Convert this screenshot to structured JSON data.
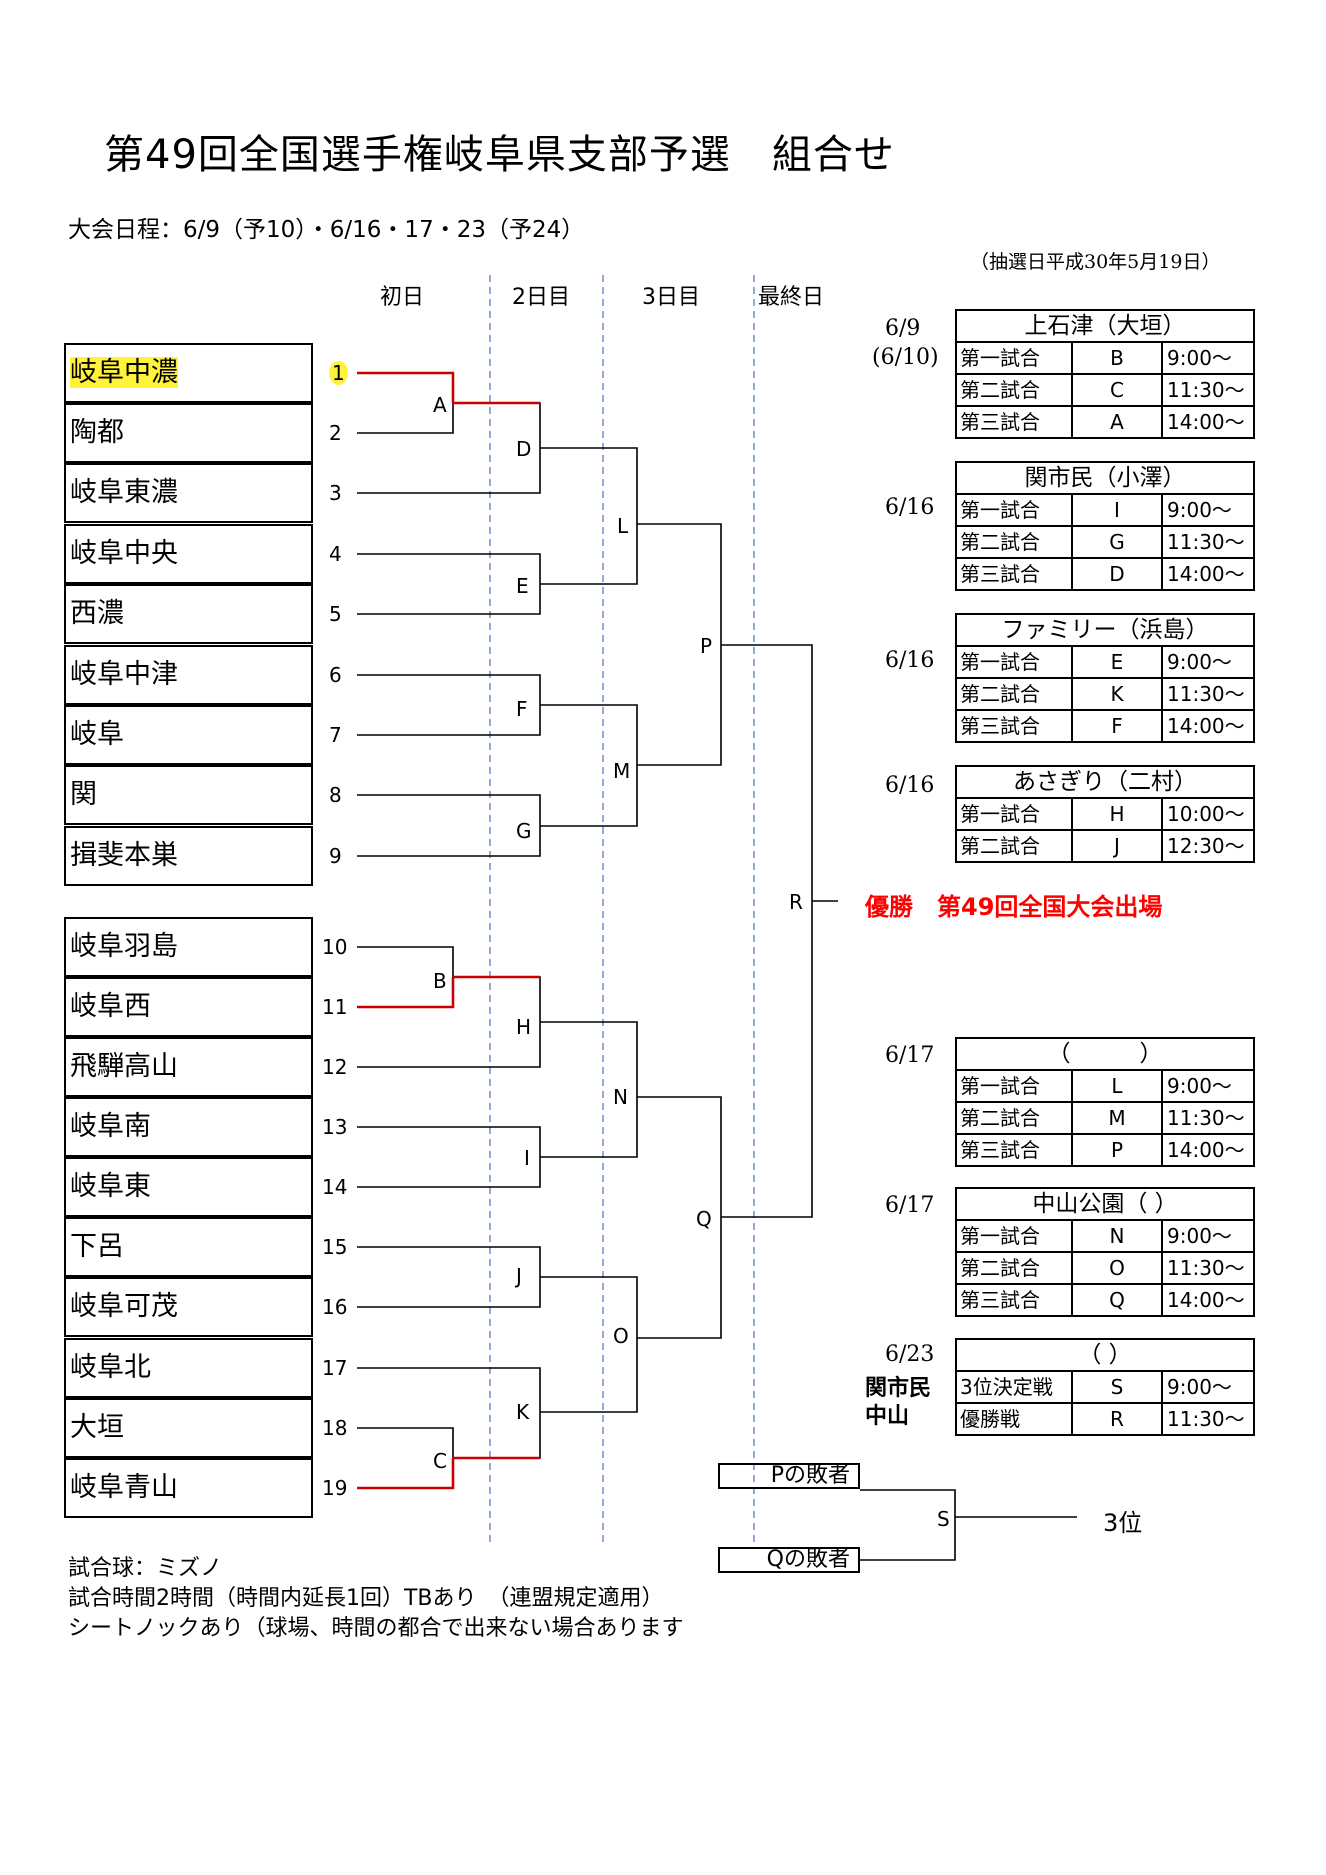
{
  "title": "第49回全国選手権岐阜県支部予選　組合せ",
  "schedule": "大会日程：6/9（予10）・6/16・17・23（予24）",
  "lottery": "（抽選日平成30年5月19日）",
  "days": [
    "初日",
    "2日目",
    "3日目",
    "最終日"
  ],
  "teams": [
    {
      "seed": "1",
      "name": "岐阜中濃"
    },
    {
      "seed": "2",
      "name": "陶都"
    },
    {
      "seed": "3",
      "name": "岐阜東濃"
    },
    {
      "seed": "4",
      "name": "岐阜中央"
    },
    {
      "seed": "5",
      "name": "西濃"
    },
    {
      "seed": "6",
      "name": "岐阜中津"
    },
    {
      "seed": "7",
      "name": "岐阜"
    },
    {
      "seed": "8",
      "name": "関"
    },
    {
      "seed": "9",
      "name": "揖斐本巣"
    },
    {
      "seed": "10",
      "name": "岐阜羽島"
    },
    {
      "seed": "11",
      "name": "岐阜西"
    },
    {
      "seed": "12",
      "name": "飛騨高山"
    },
    {
      "seed": "13",
      "name": "岐阜南"
    },
    {
      "seed": "14",
      "name": "岐阜東"
    },
    {
      "seed": "15",
      "name": "下呂"
    },
    {
      "seed": "16",
      "name": "岐阜可茂"
    },
    {
      "seed": "17",
      "name": "岐阜北"
    },
    {
      "seed": "18",
      "name": "大垣"
    },
    {
      "seed": "19",
      "name": "岐阜青山"
    }
  ],
  "highlight_color": "#fff23a",
  "win_line_color": "#cc0000",
  "match_letters": [
    "A",
    "B",
    "C",
    "D",
    "E",
    "F",
    "G",
    "H",
    "I",
    "J",
    "K",
    "L",
    "M",
    "N",
    "O",
    "P",
    "Q",
    "R",
    "S"
  ],
  "champion": "優勝　第49回全国大会出場",
  "losers": [
    "Pの敗者",
    "Qの敗者"
  ],
  "third": "3位",
  "venues": [
    {
      "date": "6/9",
      "date2": "(6/10)",
      "name": "上石津（大垣）",
      "rows": [
        [
          "第一試合",
          "B",
          "9:00～"
        ],
        [
          "第二試合",
          "C",
          "11:30～"
        ],
        [
          "第三試合",
          "A",
          "14:00～"
        ]
      ]
    },
    {
      "date": "6/16",
      "date2": "",
      "name": "関市民（小澤）",
      "rows": [
        [
          "第一試合",
          "I",
          "9:00～"
        ],
        [
          "第二試合",
          "G",
          "11:30～"
        ],
        [
          "第三試合",
          "D",
          "14:00～"
        ]
      ]
    },
    {
      "date": "6/16",
      "date2": "",
      "name": "ファミリー（浜島）",
      "rows": [
        [
          "第一試合",
          "E",
          "9:00～"
        ],
        [
          "第二試合",
          "K",
          "11:30～"
        ],
        [
          "第三試合",
          "F",
          "14:00～"
        ]
      ]
    },
    {
      "date": "6/16",
      "date2": "",
      "name": "あさぎり（二村）",
      "rows": [
        [
          "第一試合",
          "H",
          "10:00～"
        ],
        [
          "第二試合",
          "J",
          "12:30～"
        ]
      ]
    },
    {
      "date": "6/17",
      "date2": "",
      "name": "（　　　）",
      "rows": [
        [
          "第一試合",
          "L",
          "9:00～"
        ],
        [
          "第二試合",
          "M",
          "11:30～"
        ],
        [
          "第三試合",
          "P",
          "14:00～"
        ]
      ]
    },
    {
      "date": "6/17",
      "date2": "",
      "name": "中山公園（  ）",
      "rows": [
        [
          "第一試合",
          "N",
          "9:00～"
        ],
        [
          "第二試合",
          "O",
          "11:30～"
        ],
        [
          "第三試合",
          "Q",
          "14:00～"
        ]
      ]
    },
    {
      "date": "6/23",
      "date2": "関市民",
      "date3": "中山",
      "name": "（  ）",
      "rows": [
        [
          "3位決定戦",
          "S",
          "9:00～"
        ],
        [
          "優勝戦",
          "R",
          "11:30～"
        ]
      ]
    }
  ],
  "notes": [
    "試合球：ミズノ",
    "試合時間2時間（時間内延長1回）TBあり　（連盟規定適用）",
    "シートノックあり（球場、時間の都合で出来ない場合あります"
  ]
}
